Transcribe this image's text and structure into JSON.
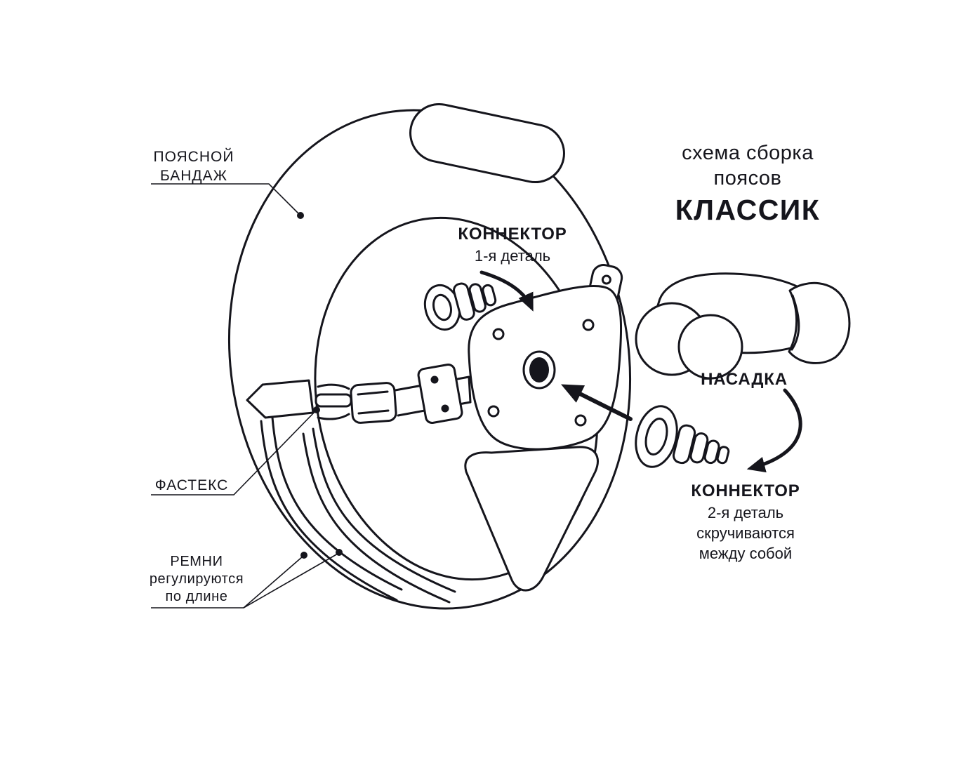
{
  "colors": {
    "background": "#ffffff",
    "ink": "#15151c"
  },
  "title": {
    "line1": "схема сборка",
    "line2": "поясов",
    "line3": "КЛАССИК"
  },
  "labels": {
    "waistband": {
      "line1": "ПОЯСНОЙ",
      "line2": "БАНДАЖ"
    },
    "connector1": {
      "title": "КОННЕКТОР",
      "subtitle": "1-я деталь"
    },
    "attachment": {
      "title": "НАСАДКА"
    },
    "connector2": {
      "title": "КОННЕКТОР",
      "subtitle": "2-я деталь",
      "note1": "скручиваются",
      "note2": "между собой"
    },
    "fastex": {
      "title": "ФАСТЕКС"
    },
    "straps": {
      "line1": "РЕМНИ",
      "line2": "регулируются",
      "line3": "по длине"
    }
  }
}
